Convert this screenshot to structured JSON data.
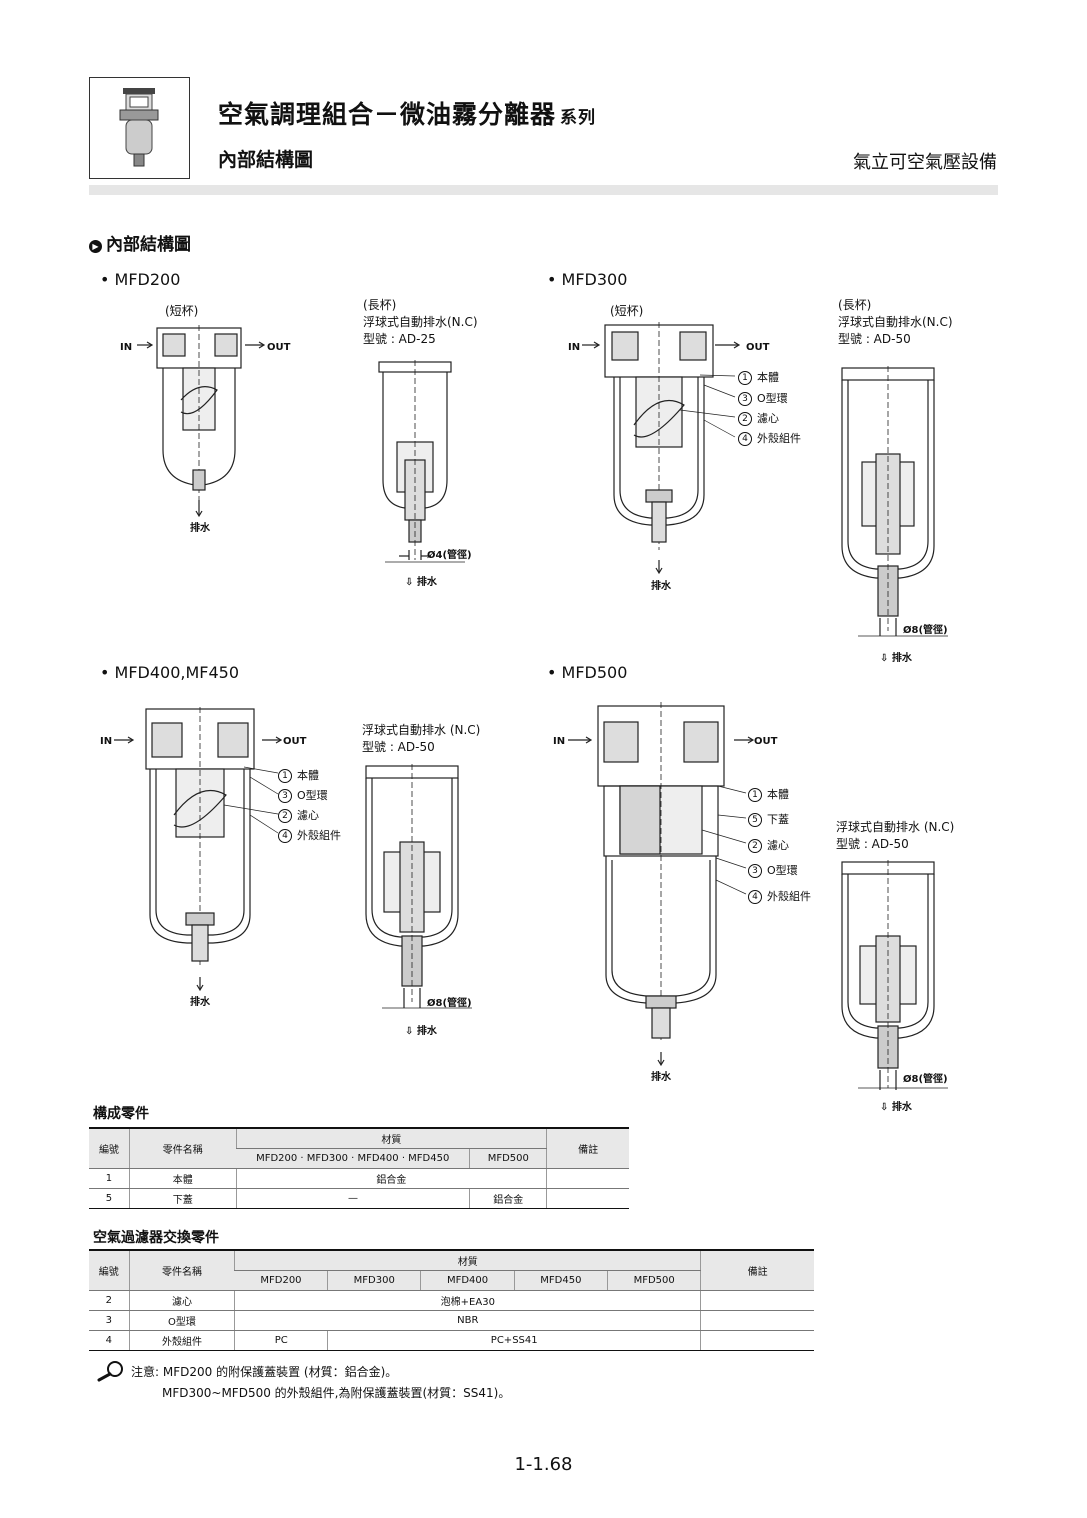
{
  "header": {
    "title": "空氣調理組合－微油霧分離器",
    "title_suffix": "系列",
    "subtitle": "內部結構圖",
    "company": "氣立可空氣壓設備"
  },
  "section_title": "內部結構圖",
  "diagrams": {
    "mfd200": {
      "model": "• MFD200",
      "short_cup": "(短杯)",
      "long_cup": "(長杯)",
      "auto_drain": "浮球式自動排水(N.C)",
      "model_no": "型號 : AD-25",
      "in": "IN",
      "out": "OUT",
      "drain": "排水",
      "pipe": "Ø4(管徑)",
      "drain2": "排水"
    },
    "mfd300": {
      "model": "• MFD300",
      "short_cup": "(短杯)",
      "long_cup": "(長杯)",
      "auto_drain": "浮球式自動排水(N.C)",
      "model_no": "型號 : AD-50",
      "in": "IN",
      "out": "OUT",
      "drain": "排水",
      "pipe": "Ø8(管徑)",
      "drain2": "排水",
      "callouts": [
        {
          "num": "1",
          "label": "本體"
        },
        {
          "num": "3",
          "label": "O型環"
        },
        {
          "num": "2",
          "label": "濾心"
        },
        {
          "num": "4",
          "label": "外殼組件"
        }
      ]
    },
    "mfd400": {
      "model": "• MFD400,MF450",
      "auto_drain": "浮球式自動排水 (N.C)",
      "model_no": "型號 : AD-50",
      "in": "IN",
      "out": "OUT",
      "drain": "排水",
      "pipe": "Ø8(管徑)",
      "drain2": "排水",
      "callouts": [
        {
          "num": "1",
          "label": "本體"
        },
        {
          "num": "3",
          "label": "O型環"
        },
        {
          "num": "2",
          "label": "濾心"
        },
        {
          "num": "4",
          "label": "外殼組件"
        }
      ]
    },
    "mfd500": {
      "model": "• MFD500",
      "auto_drain": "浮球式自動排水 (N.C)",
      "model_no": "型號 : AD-50",
      "in": "IN",
      "out": "OUT",
      "drain": "排水",
      "pipe": "Ø8(管徑)",
      "drain2": "排水",
      "callouts": [
        {
          "num": "1",
          "label": "本體"
        },
        {
          "num": "5",
          "label": "下蓋"
        },
        {
          "num": "2",
          "label": "濾心"
        },
        {
          "num": "3",
          "label": "O型環"
        },
        {
          "num": "4",
          "label": "外殼組件"
        }
      ]
    }
  },
  "table1": {
    "title": "構成零件",
    "h_no": "編號",
    "h_name": "零件名稱",
    "h_material": "材質",
    "h_note": "備註",
    "h_sub1": "MFD200 · MFD300 · MFD400 · MFD450",
    "h_sub2": "MFD500",
    "rows": [
      {
        "no": "1",
        "name": "本體",
        "m1": "鋁合金",
        "m2": "",
        "note": ""
      },
      {
        "no": "5",
        "name": "下蓋",
        "m1": "—",
        "m2": "鋁合金",
        "note": ""
      }
    ]
  },
  "table2": {
    "title": "空氣過濾器交換零件",
    "h_no": "編號",
    "h_name": "零件名稱",
    "h_material": "材質",
    "h_note": "備註",
    "models": [
      "MFD200",
      "MFD300",
      "MFD400",
      "MFD450",
      "MFD500"
    ],
    "rows": [
      {
        "no": "2",
        "name": "濾心",
        "m": "泡棉+EA30"
      },
      {
        "no": "3",
        "name": "O型環",
        "m": "NBR"
      },
      {
        "no": "4",
        "name": "外殼組件",
        "m_first": "PC",
        "m_rest": "PC+SS41"
      }
    ]
  },
  "notes": {
    "line1": "注意: MFD200 的附保護蓋裝置 (材質：鋁合金)。",
    "line2": "MFD300~MFD500 的外殼組件,為附保護蓋裝置(材質：SS41)。"
  },
  "page_number": "1-1.68"
}
